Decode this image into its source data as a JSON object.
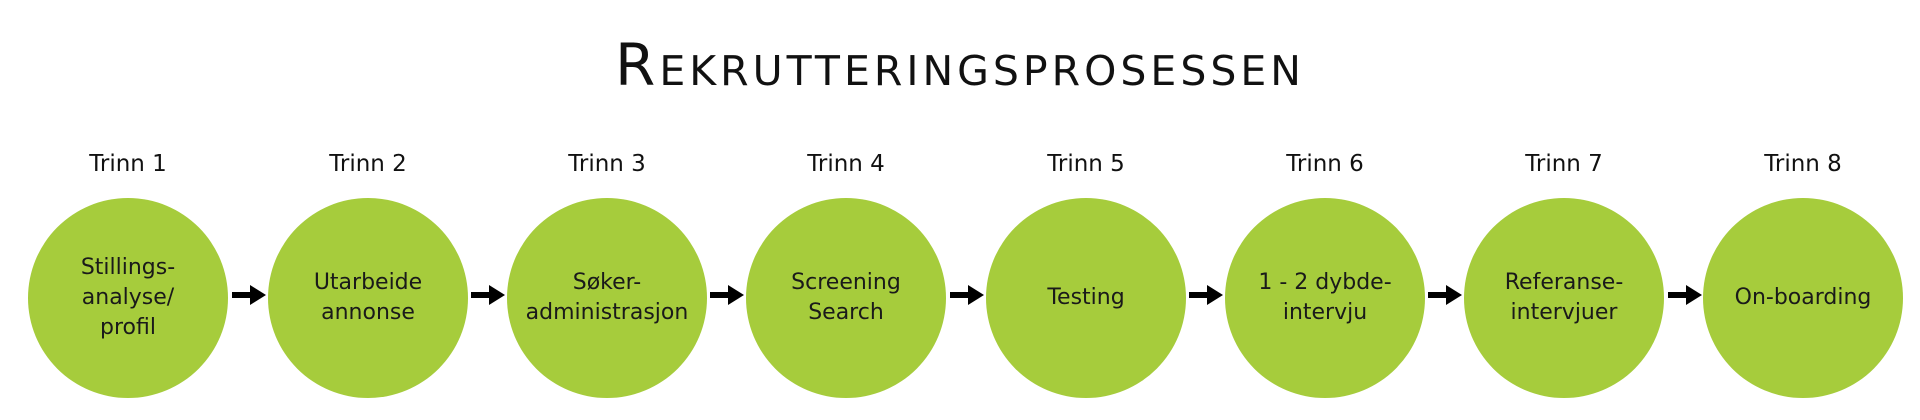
{
  "title": "Rekrutteringsprosessen",
  "accent_color": "#a6cc3c",
  "arrow_icon": "arrow-right-icon",
  "steps": [
    {
      "label": "Trinn 1",
      "text": "Stillings-\nanalyse/\nprofil"
    },
    {
      "label": "Trinn 2",
      "text": "Utarbeide\nannonse"
    },
    {
      "label": "Trinn 3",
      "text": "Søker-\nadministrasjon"
    },
    {
      "label": "Trinn 4",
      "text": "Screening\nSearch"
    },
    {
      "label": "Trinn 5",
      "text": "Testing"
    },
    {
      "label": "Trinn 6",
      "text": "1 - 2 dybde-\nintervju"
    },
    {
      "label": "Trinn 7",
      "text": "Referanse-\nintervjuer"
    },
    {
      "label": "Trinn 8",
      "text": "On-boarding"
    }
  ]
}
